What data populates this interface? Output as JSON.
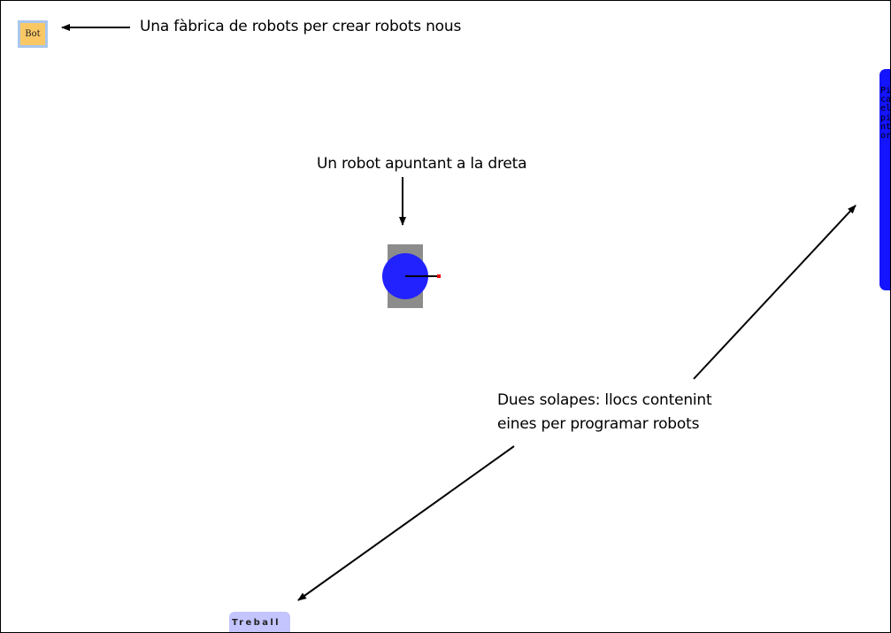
{
  "bot_factory": {
    "label": "Bot",
    "icon": "robot-factory-icon"
  },
  "robot": {
    "icon": "robot-icon",
    "heading": "right",
    "colors": {
      "body": "#8c8c8c",
      "head": "#2222ff",
      "pointer_tip": "#ee0000"
    }
  },
  "callouts": {
    "factory": "Una fàbrica de robots per crear robots nous",
    "robot": "Un robot apuntant a la dreta",
    "tabs_line1": "Dues solapes: llocs contenint",
    "tabs_line2": "eines per programar robots"
  },
  "tabs": {
    "painter": {
      "label": "Pica el pintor",
      "color": "#1414ff"
    },
    "work": {
      "label": "Treball",
      "color": "#c4c4ff"
    }
  },
  "colors": {
    "factory_fill": "#f9c865",
    "factory_border": "#a9c6ec"
  }
}
